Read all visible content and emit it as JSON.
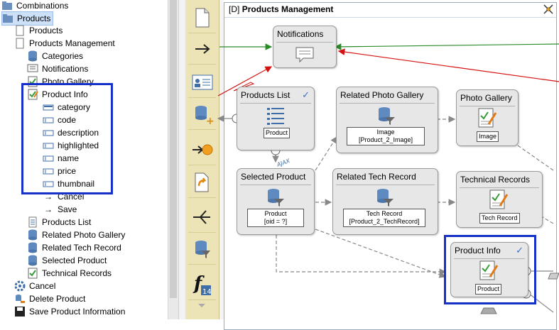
{
  "tree": {
    "items": [
      {
        "label": "Combinations",
        "icon": "folder-icon"
      },
      {
        "label": "Products",
        "icon": "folder-icon"
      },
      {
        "label": "Products",
        "icon": "page-icon"
      },
      {
        "label": "Products Management",
        "icon": "page-icon"
      },
      {
        "label": "Categories",
        "icon": "database-icon"
      },
      {
        "label": "Notifications",
        "icon": "notification-icon"
      },
      {
        "label": "Photo Gallery",
        "icon": "gallery-icon"
      },
      {
        "label": "Product Info",
        "icon": "form-icon"
      },
      {
        "label": "category",
        "icon": "field-icon"
      },
      {
        "label": "code",
        "icon": "field-icon"
      },
      {
        "label": "description",
        "icon": "field-icon"
      },
      {
        "label": "highlighted",
        "icon": "field-icon"
      },
      {
        "label": "name",
        "icon": "field-icon"
      },
      {
        "label": "price",
        "icon": "field-icon"
      },
      {
        "label": "thumbnail",
        "icon": "field-icon"
      },
      {
        "label": "Cancel",
        "icon": "arrow-icon"
      },
      {
        "label": "Save",
        "icon": "arrow-icon"
      },
      {
        "label": "Products List",
        "icon": "list-icon"
      },
      {
        "label": "Related Photo Gallery",
        "icon": "database-icon"
      },
      {
        "label": "Related Tech Record",
        "icon": "database-icon"
      },
      {
        "label": "Selected Product",
        "icon": "database-icon"
      },
      {
        "label": "Technical Records",
        "icon": "form-icon"
      },
      {
        "label": "Cancel",
        "icon": "gear-icon"
      },
      {
        "label": "Delete Product",
        "icon": "delete-icon"
      },
      {
        "label": "Save Product Information",
        "icon": "save-icon"
      }
    ]
  },
  "canvas": {
    "frame_title_prefix": "[D]",
    "frame_title": "Products Management",
    "nodes": {
      "notifications": {
        "title": "Notifications"
      },
      "products_list": {
        "title": "Products List",
        "label": "Product"
      },
      "related_photo_gallery": {
        "title": "Related Photo Gallery",
        "label1": "Image",
        "label2": "[Product_2_Image]"
      },
      "photo_gallery": {
        "title": "Photo Gallery",
        "label": "Image"
      },
      "selected_product": {
        "title": "Selected Product",
        "label1": "Product",
        "label2": "[oid = ?]"
      },
      "related_tech_record": {
        "title": "Related Tech Record",
        "label1": "Tech Record",
        "label2": "[Product_2_TechRecord]"
      },
      "technical_records": {
        "title": "Technical Records",
        "label": "Tech Record"
      },
      "product_info": {
        "title": "Product Info",
        "label": "Product"
      }
    },
    "ajax_label": "AJAX"
  },
  "colors": {
    "highlight": "#1531c9",
    "palette_bg": "#ece3b6",
    "selection": "#cce0f7"
  }
}
